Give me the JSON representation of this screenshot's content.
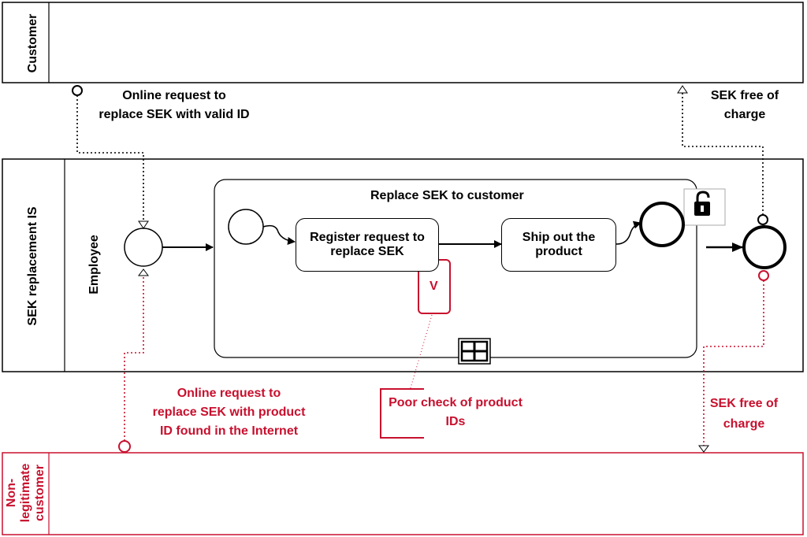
{
  "pools": {
    "customer": {
      "label": "Customer"
    },
    "system": {
      "label": "SEK replacement IS",
      "lane_label": "Employee"
    },
    "attacker": {
      "label_line1": "Non-",
      "label_line2": "legitimate",
      "label_line3": "customer"
    }
  },
  "subprocess": {
    "title": "Replace SEK to customer"
  },
  "tasks": {
    "register": {
      "line1": "Register request to",
      "line2": "replace SEK"
    },
    "ship": {
      "line1": "Ship out the",
      "line2": "product"
    }
  },
  "vulnerability": {
    "label": "V"
  },
  "messages": {
    "online_request": {
      "line1": "Online request to",
      "line2": "replace SEK with valid ID"
    },
    "sek_free": {
      "line1": "SEK free of",
      "line2": "charge"
    },
    "attack_request": {
      "line1": "Online request to",
      "line2": "replace SEK with product",
      "line3": "ID found in the Internet"
    },
    "attack_sek_free": {
      "line1": "SEK free of",
      "line2": "charge"
    }
  },
  "threat": {
    "line1": "Poor check of product",
    "line2": "IDs"
  },
  "colors": {
    "normal": "#000000",
    "security": "#c8102e"
  }
}
